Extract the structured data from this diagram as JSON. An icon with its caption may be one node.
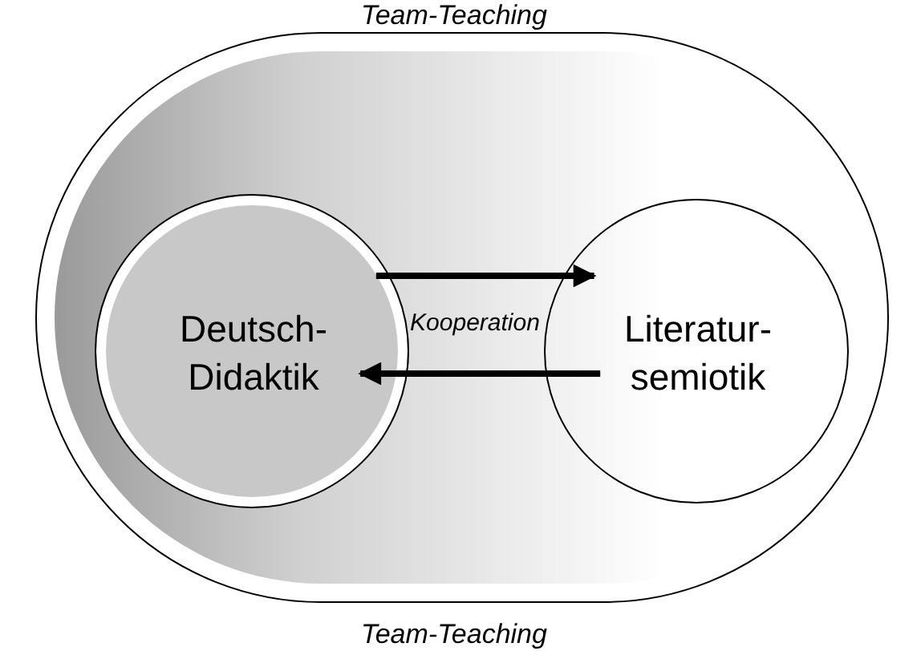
{
  "diagram": {
    "nodes": [
      {
        "text": [],
        "shape": "oval"
      },
      {
        "text": [
          "Deutsch- Didaktik"
        ],
        "in": 0
      },
      {
        "text": [
          "Literatur- semiotik"
        ],
        "in": 0
      }
    ],
    "edges": [
      {
        "from": 1,
        "to": 2,
        "arrow": "to"
      },
      {
        "from": 2,
        "to": 1,
        "arrow": "to"
      }
    ],
    "labels": [
      "Team-Teaching",
      "Kooperation",
      "Team-Teaching"
    ]
  }
}
